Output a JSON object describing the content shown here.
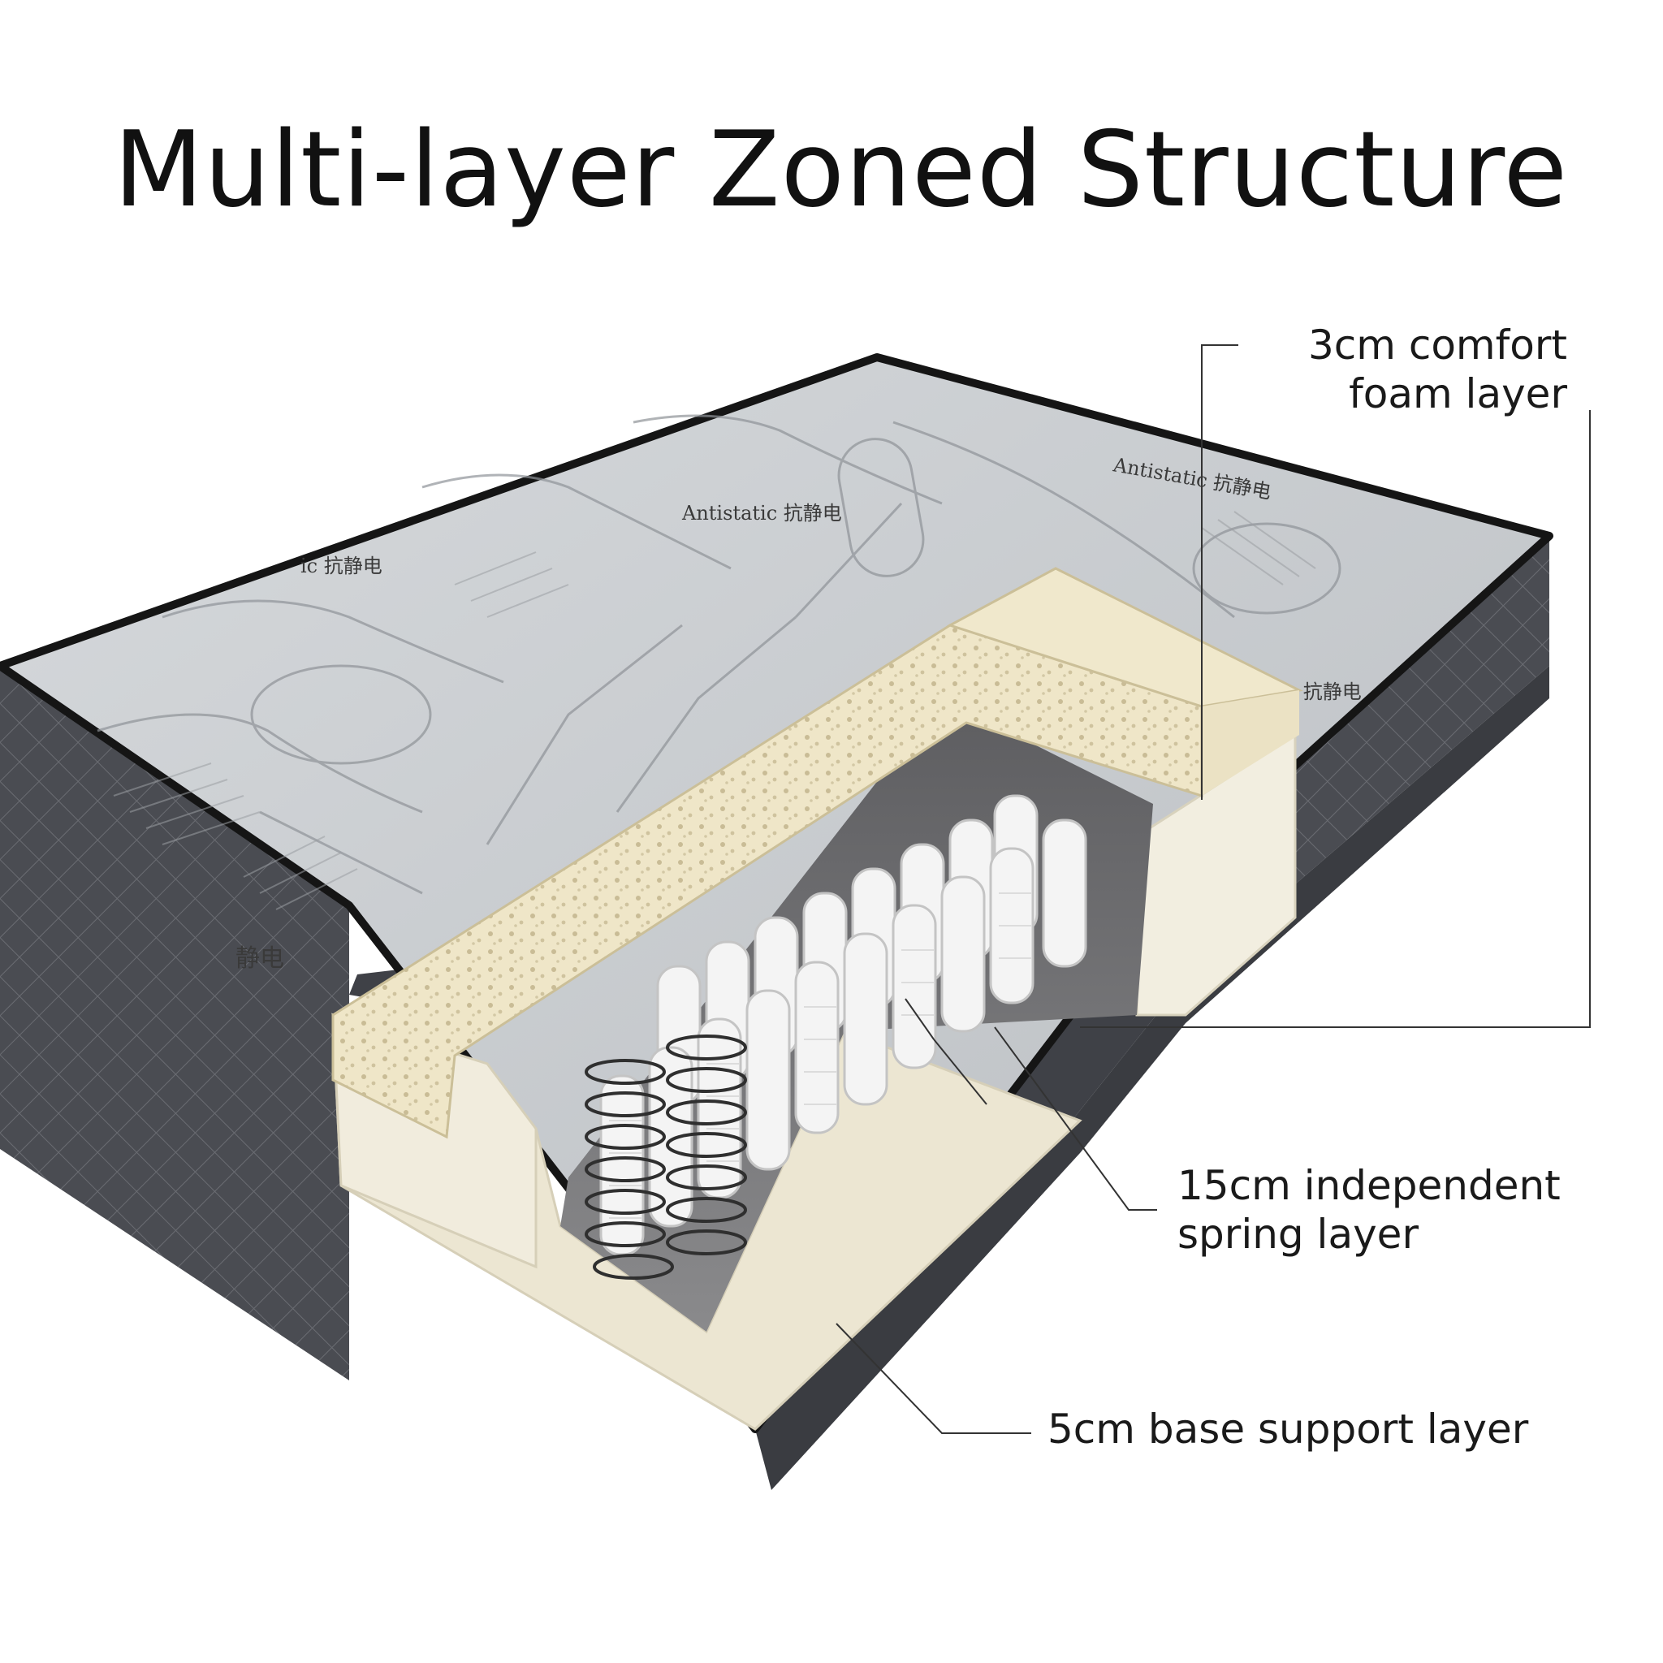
{
  "title": "Multi-layer Zoned Structure",
  "mattress": {
    "print_texts": [
      "Antistatic 抗静电",
      "Antistatic 抗静电",
      "Antistatic 抗静电",
      "ic 抗静电",
      "静电"
    ]
  },
  "callouts": {
    "comfort": [
      "3cm comfort",
      "foam layer"
    ],
    "spring": [
      "15cm independent",
      "spring layer"
    ],
    "base": "5cm base support layer"
  },
  "colors": {
    "top_fabric": "#c9cccf",
    "side_fabric": "#4a4c52",
    "piping": "#151515",
    "foam": "#efe9d6",
    "felt": "#6e6e70",
    "pocket": "#f3f3f3",
    "coil": "#3a3a3a"
  }
}
